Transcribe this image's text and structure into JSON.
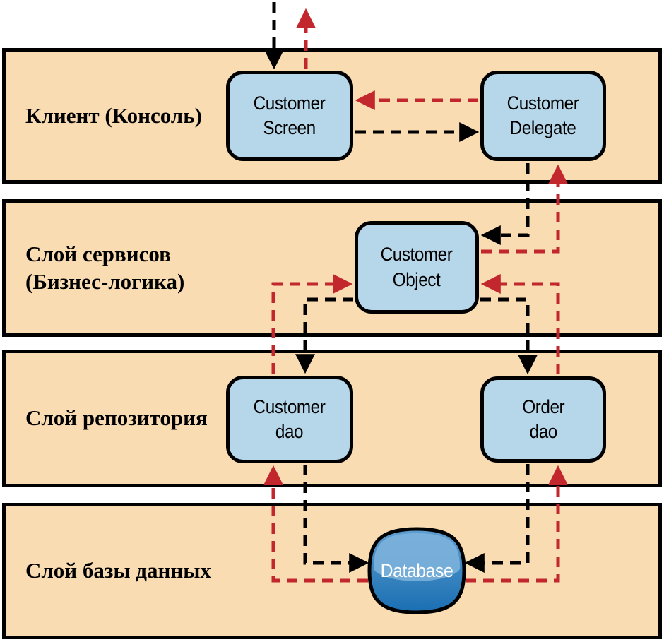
{
  "diagram": {
    "title_visible": false,
    "layers": [
      {
        "id": "client",
        "label": "Клиент (Консоль)"
      },
      {
        "id": "service",
        "label": "Слой сервисов\n(Бизнес-логика)"
      },
      {
        "id": "repository",
        "label": "Слой репозитория"
      },
      {
        "id": "database",
        "label": "Слой базы данных"
      }
    ],
    "nodes": {
      "customer_screen": {
        "label": "Customer\nScreen",
        "layer": "client"
      },
      "customer_delegate": {
        "label": "Customer\nDelegate",
        "layer": "client"
      },
      "customer_object": {
        "label": "Customer\nObject",
        "layer": "service"
      },
      "customer_dao": {
        "label": "Customer\ndao",
        "layer": "repository"
      },
      "order_dao": {
        "label": "Order\ndao",
        "layer": "repository"
      },
      "database": {
        "label": "Database",
        "layer": "database"
      }
    },
    "arrows": [
      {
        "color": "black",
        "style": "dashed",
        "from": "external-top",
        "to": "customer_screen"
      },
      {
        "color": "red",
        "style": "dashed",
        "from": "customer_screen",
        "to": "external-top"
      },
      {
        "color": "black",
        "style": "dashed",
        "from": "customer_screen",
        "to": "customer_delegate"
      },
      {
        "color": "red",
        "style": "dashed",
        "from": "customer_delegate",
        "to": "customer_screen"
      },
      {
        "color": "black",
        "style": "dashed",
        "from": "customer_delegate",
        "to": "customer_object"
      },
      {
        "color": "red",
        "style": "dashed",
        "from": "customer_object",
        "to": "customer_delegate"
      },
      {
        "color": "black",
        "style": "dashed",
        "from": "customer_object",
        "to": "customer_dao"
      },
      {
        "color": "red",
        "style": "dashed",
        "from": "customer_dao",
        "to": "customer_object"
      },
      {
        "color": "black",
        "style": "dashed",
        "from": "customer_object",
        "to": "order_dao"
      },
      {
        "color": "red",
        "style": "dashed",
        "from": "order_dao",
        "to": "customer_object"
      },
      {
        "color": "black",
        "style": "dashed",
        "from": "customer_dao",
        "to": "database"
      },
      {
        "color": "red",
        "style": "dashed",
        "from": "database",
        "to": "customer_dao"
      },
      {
        "color": "black",
        "style": "dashed",
        "from": "order_dao",
        "to": "database"
      },
      {
        "color": "red",
        "style": "dashed",
        "from": "database",
        "to": "order_dao"
      }
    ],
    "colors": {
      "layer_fill": "#FADCB3",
      "node_fill": "#B6D6EA",
      "request_arrow": "#000000",
      "response_arrow": "#C1272D",
      "database_top": "#5E9DCF",
      "database_bottom": "#1A6FB2",
      "database_gloss": "#7FB4DD"
    }
  }
}
